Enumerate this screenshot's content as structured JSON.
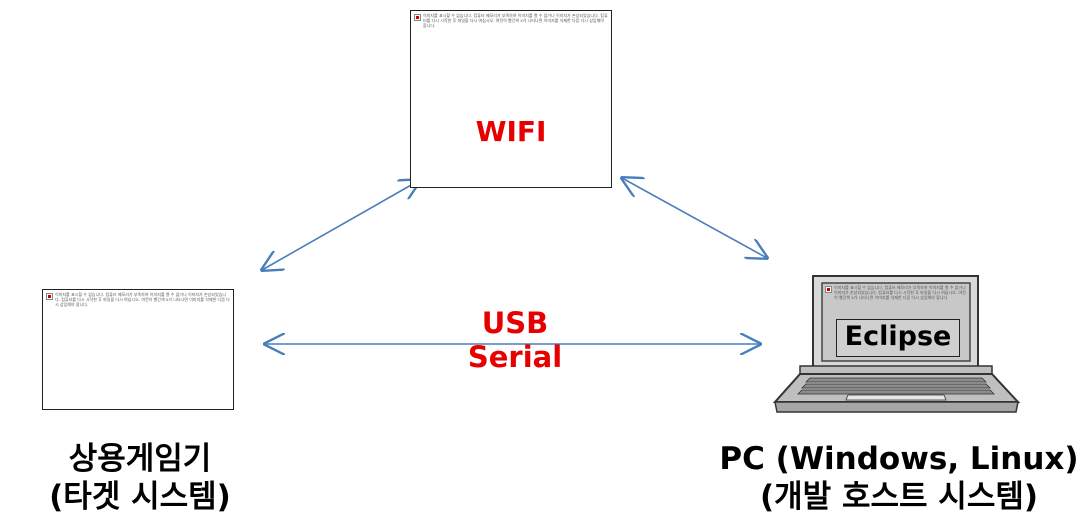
{
  "nodes": {
    "wifi": {
      "label": "WIFI",
      "placeholder_text": "이미지를 표시할 수 없습니다. 컴퓨터 메모리가 부족하여 이미지를 열 수 없거나 이미지가 손상되었습니다. 컴퓨터를 다시 시작한 후 파일을 다시 여십시오. 여전히 빨간색 x가 나타나면 이미지를 삭제한 다음 다시 삽입해야 합니다."
    },
    "target": {
      "caption_line1": "상용게임기",
      "caption_line2": "(타겟 시스템)",
      "placeholder_text": "이미지를 표시할 수 없습니다. 컴퓨터 메모리가 부족하여 이미지를 열 수 없거나 이미지가 손상되었습니다. 컴퓨터를 다시 시작한 후 파일을 다시 여십시오. 여전히 빨간색 x가 나타나면 이미지를 삭제한 다음 다시 삽입해야 합니다."
    },
    "host": {
      "screen_label": "Eclipse",
      "caption_line1": "PC (Windows, Linux)",
      "caption_line2": "(개발 호스트 시스템)",
      "placeholder_text": "이미지를 표시할 수 없습니다. 컴퓨터 메모리가 부족하여 이미지를 열 수 없거나 이미지가 손상되었습니다. 컴퓨터를 다시 시작한 후 파일을 다시 여십시오. 여전히 빨간색 x가 나타나면 이미지를 삭제한 다음 다시 삽입해야 합니다."
    }
  },
  "links": {
    "usb_line1": "USB",
    "usb_line2": "Serial"
  },
  "colors": {
    "arrow": "#4a7ebb",
    "label_red": "#e60000",
    "laptop_gray": "#bfbfbf"
  }
}
